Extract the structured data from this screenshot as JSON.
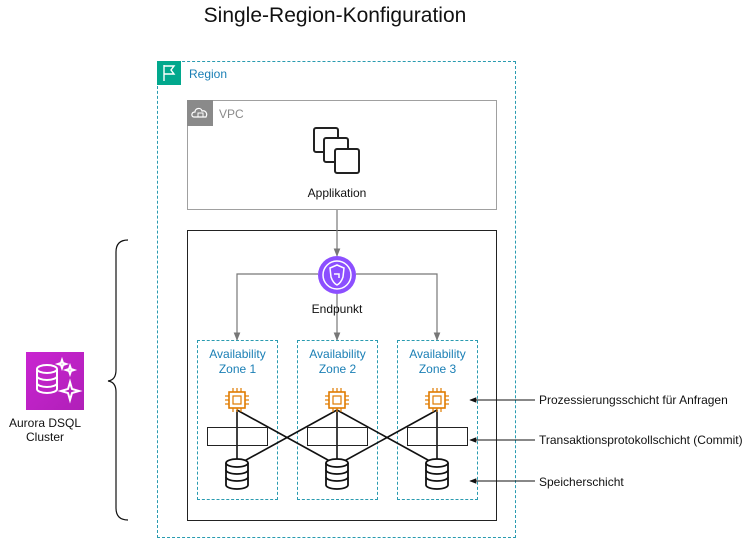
{
  "title": "Single-Region-Konfiguration",
  "region": {
    "label": "Region",
    "icon": "region-flag-icon",
    "color": "#01a88d"
  },
  "vpc": {
    "label": "VPC",
    "icon": "vpc-cloud-lock-icon"
  },
  "application": {
    "label": "Applikation",
    "icon": "application-stack-icon"
  },
  "endpoint": {
    "label": "Endpunkt",
    "icon": "endpoint-shield-icon",
    "color": "#7b3fe4"
  },
  "availability_zones": [
    {
      "line1": "Availability",
      "line2": "Zone 1"
    },
    {
      "line1": "Availability",
      "line2": "Zone 2"
    },
    {
      "line1": "Availability",
      "line2": "Zone 3"
    }
  ],
  "layers": {
    "query_processing": "Prozessierungsschicht für Anfragen",
    "transaction_log": "Transaktionsprotokollschicht (Commit)",
    "storage": "Speicherschicht"
  },
  "cluster": {
    "label": "Aurora DSQL Cluster",
    "icon": "aurora-dsql-database-icon",
    "color": "#c925d1"
  },
  "colors": {
    "accent": "#1a7fb5",
    "compute": "#e07b00"
  }
}
